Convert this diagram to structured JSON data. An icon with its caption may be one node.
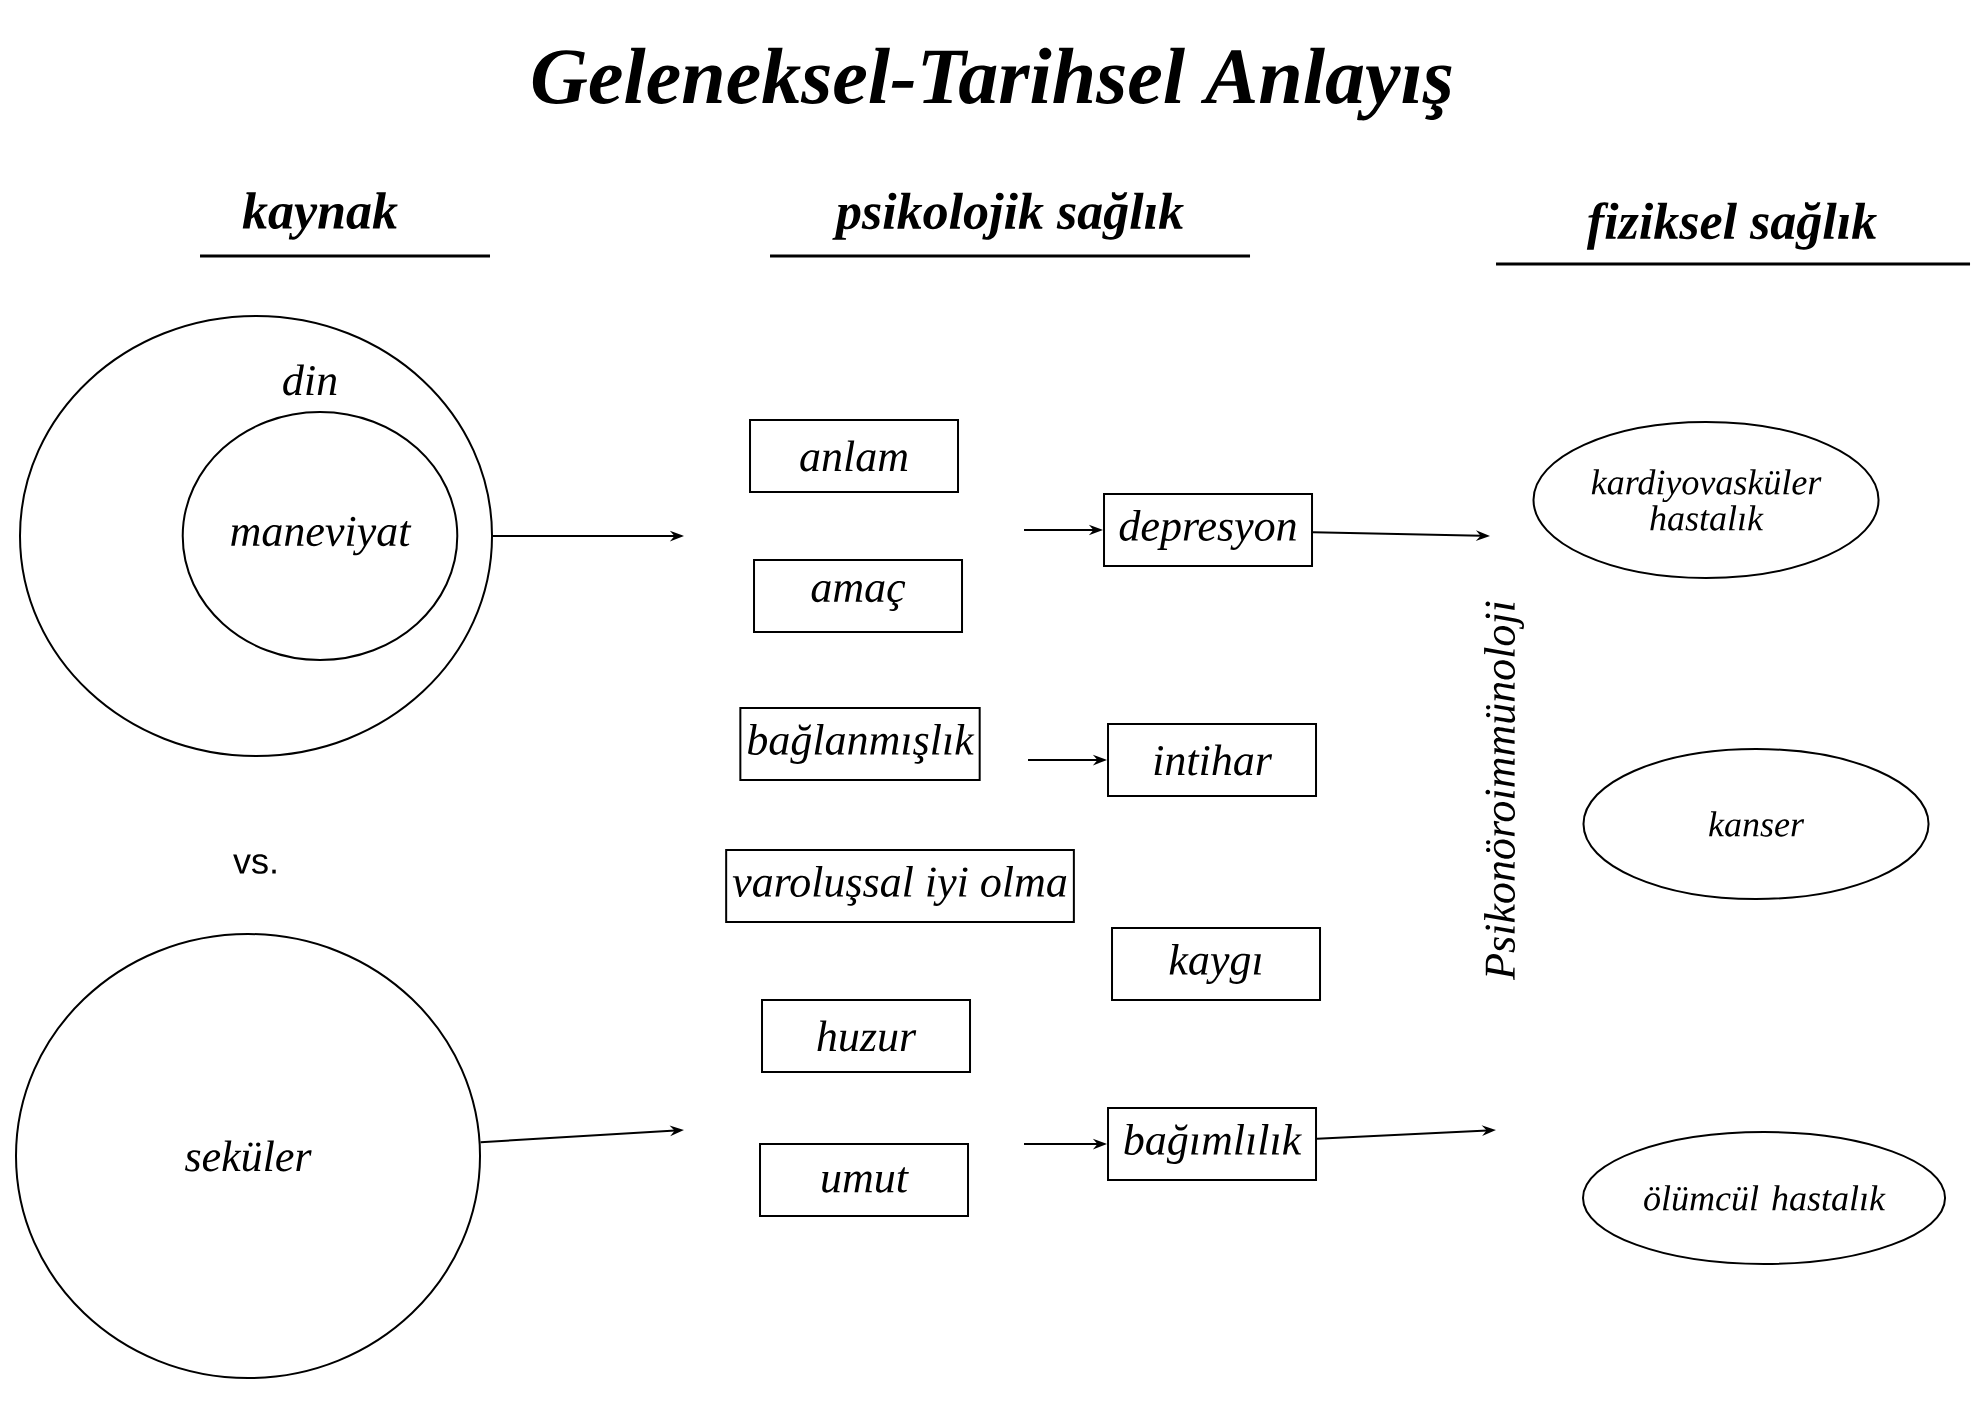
{
  "diagram": {
    "title": "Geleneksel-Tarihsel Anlayış",
    "nodes": [
      {
        "text": [
          "din"
        ]
      },
      {
        "text": [
          "maneviyat"
        ],
        "in": 0
      },
      {
        "text": [
          "seküler"
        ]
      },
      {
        "text": [
          "anlam"
        ]
      },
      {
        "text": [
          "amaç"
        ]
      },
      {
        "text": [
          "bağlanmışlık"
        ]
      },
      {
        "text": [
          "varoluşsal iyi olma"
        ]
      },
      {
        "text": [
          "huzur"
        ]
      },
      {
        "text": [
          "umut"
        ]
      },
      {
        "text": [
          "depresyon"
        ]
      },
      {
        "text": [
          "intihar"
        ]
      },
      {
        "text": [
          "kaygı"
        ]
      },
      {
        "text": [
          "bağımlılık"
        ]
      },
      {
        "text": [
          "kardiyovasküler hastalık"
        ]
      },
      {
        "text": [
          "kanser"
        ]
      },
      {
        "text": [
          "ölümcül hastalık"
        ]
      }
    ],
    "edges": [
      {
        "from": 0,
        "to": null,
        "arrow": "to"
      },
      {
        "from": null,
        "to": 9,
        "arrow": "to"
      },
      {
        "from": null,
        "to": 10,
        "arrow": "to"
      },
      {
        "from": null,
        "to": 12,
        "arrow": "to"
      },
      {
        "from": 9,
        "to": null,
        "arrow": "to"
      },
      {
        "from": 2,
        "to": null,
        "arrow": "to"
      },
      {
        "from": 12,
        "to": null,
        "arrow": "to"
      }
    ],
    "labels": [
      "kaynak",
      "psikolojik sağlık",
      "fiziksel sağlık",
      "vs.",
      "Psikonöroimmünoloji"
    ]
  }
}
